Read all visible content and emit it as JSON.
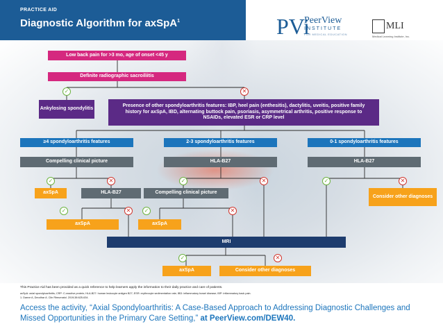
{
  "header": {
    "tag": "PRACTICE AID",
    "title": "Diagnostic Algorithm for axSpA",
    "title_sup": "1"
  },
  "logos": {
    "peerview_mark": "PVi",
    "peerview_name": "PeerView",
    "peerview_institute": "INSTITUTE",
    "peerview_tag": "FOR MEDICAL EDUCATION",
    "mli_text": "MLI",
    "mli_sub": "Medical Learning Institute, Inc."
  },
  "flow": {
    "start": "Low back pain for >3 mo, age of onset <45 y",
    "definite": "Definite radiographic sacroiliitis",
    "ank": "Ankylosing spondylitis",
    "presence": "Presence of other spondyloarthritis features: IBP, heel pain (enthesitis), dactylitis, uveitis, positive family history for axSpA, IBD, alternating buttock pain, psoriasis, asymmetrical arthritis, positive response to NSAIDs, elevated ESR or CRP level",
    "feat4": "≥4 spondyloarthritis features",
    "feat23": "2-3 spondyloarthritis features",
    "feat01": "0-1 spondyloarthritis features",
    "compelling_left": "Compelling clinical picture",
    "hla_mid": "HLA-B27",
    "hla_right": "HLA-B27",
    "axspa_left": "axSpA",
    "hla_left": "HLA-B27",
    "compelling_mid": "Compelling clinical picture",
    "consider_right": "Consider other diagnoses",
    "axspa_row4_left": "axSpA",
    "axspa_row4_mid": "axSpA",
    "mri": "MRI",
    "axspa_final": "axSpA",
    "consider_final": "Consider other diagnoses"
  },
  "colors": {
    "header": "#1c5c96",
    "pink": "#d5287f",
    "purple": "#5b2a86",
    "blue": "#1c75bc",
    "gray": "#5f6b73",
    "orange": "#f7a21b",
    "navy": "#1d3c6e",
    "check": "#6cb33f",
    "cross": "#d0342c"
  },
  "icons": {
    "check": "check-icon",
    "cross": "cross-icon"
  },
  "footer": {
    "disclaimer": "This Practice Aid has been provided as a quick reference to help learners apply the information to their daily practice and care of patients.",
    "abbrev": "axSpA: axial spondyloarthritis; CRP: C-reactive protein; HLA-B27: human leukocyte antigen B27; ESR: erythrocyte sedimentation rate; IBD: inflammatory bowel disease; IBP: inflammatory back pain.",
    "ref": "1. Danve A, Deodhar A. Clin Rheumatol. 2019;38:625-634.",
    "cta_text": "Access the activity, “Axial Spondyloarthritis: A Case-Based Approach to Addressing Diagnostic Challenges and Missed Opportunities in the Primary Care Setting,” ",
    "cta_link": "at PeerView.com/DEW40."
  }
}
